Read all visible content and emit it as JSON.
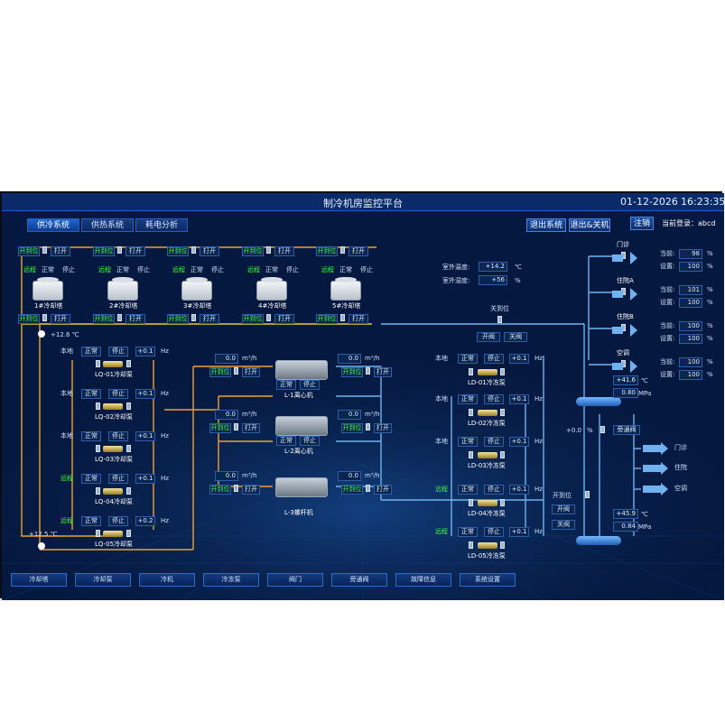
{
  "app": {
    "title": "制冷机房监控平台",
    "date": "01-12-2026",
    "time": "16:23:35"
  },
  "tabs": [
    "供冷系统",
    "供热系统",
    "耗电分析"
  ],
  "header_buttons": {
    "exit_system": "退出系统",
    "exit_shutdown": "退出&关机",
    "logout": "注销",
    "current_login": "当前登录：abcd"
  },
  "towers": [
    {
      "name": "1#冷却塔"
    },
    {
      "name": "2#冷却塔"
    },
    {
      "name": "3#冷却塔"
    },
    {
      "name": "4#冷却塔"
    },
    {
      "name": "5#冷却塔"
    }
  ],
  "tower_labels": {
    "open_pos": "开到位",
    "open": "打开",
    "remote": "远程",
    "normal": "正常",
    "stop": "停止"
  },
  "cooling_pumps": [
    {
      "name": "LQ-01冷却泵",
      "mode": "本地",
      "state": "正常",
      "run": "停止",
      "freq": "+0.1",
      "unit": "Hz"
    },
    {
      "name": "LQ-02冷却泵",
      "mode": "本地",
      "state": "正常",
      "run": "停止",
      "freq": "+0.1",
      "unit": "Hz"
    },
    {
      "name": "LQ-03冷却泵",
      "mode": "本地",
      "state": "正常",
      "run": "停止",
      "freq": "+0.1",
      "unit": "Hz"
    },
    {
      "name": "LQ-04冷却泵",
      "mode": "远程",
      "state": "正常",
      "run": "停止",
      "freq": "+0.1",
      "unit": "Hz"
    },
    {
      "name": "LQ-05冷却泵",
      "mode": "远程",
      "state": "正常",
      "run": "停止",
      "freq": "+0.2",
      "unit": "Hz"
    }
  ],
  "temps": {
    "cool_top": "+12.6",
    "cool_bot": "+12.5",
    "unit": "℃"
  },
  "chillers": [
    {
      "name": "L-1离心机",
      "flow_l": "0.0",
      "flow_r": "0.0",
      "flow_unit": "m³/h",
      "state": "正常",
      "run": "停止"
    },
    {
      "name": "L-2离心机",
      "flow_l": "0.0",
      "flow_r": "0.0",
      "flow_unit": "m³/h",
      "state": "正常",
      "run": "停止"
    },
    {
      "name": "L-3螺杆机",
      "flow_l": "0.0",
      "flow_r": "0.0",
      "flow_unit": "m³/h",
      "state": "",
      "run": ""
    }
  ],
  "outdoor": {
    "temp_label": "室外温度:",
    "temp": "+14.2",
    "temp_unit": "℃",
    "hum_label": "室外湿度:",
    "hum": "+56",
    "hum_unit": "%"
  },
  "valve_top": {
    "status": "关到位",
    "open": "开阀",
    "close": "关阀"
  },
  "chilled_pumps": [
    {
      "name": "LD-01冷冻泵",
      "mode": "本地",
      "state": "正常",
      "run": "停止",
      "freq": "+0.1",
      "unit": "Hz"
    },
    {
      "name": "LD-02冷冻泵",
      "mode": "本地",
      "state": "正常",
      "run": "停止",
      "freq": "+0.1",
      "unit": "Hz"
    },
    {
      "name": "LD-03冷冻泵",
      "mode": "本地",
      "state": "正常",
      "run": "停止",
      "freq": "+0.1",
      "unit": "Hz"
    },
    {
      "name": "LD-04冷冻泵",
      "mode": "远程",
      "state": "正常",
      "run": "停止",
      "freq": "+0.1",
      "unit": "Hz"
    },
    {
      "name": "LD-05冷冻泵",
      "mode": "远程",
      "state": "正常",
      "run": "停止",
      "freq": "+0.1",
      "unit": "Hz"
    }
  ],
  "bypass": {
    "value": "+0.0",
    "unit": "%",
    "label": "旁通阀",
    "status": "开到位",
    "open": "开阀",
    "close": "关阀"
  },
  "branches": [
    {
      "name": "门诊",
      "cur_label": "当前:",
      "cur": "98",
      "set_label": "设置:",
      "set": "100",
      "unit": "%"
    },
    {
      "name": "住院A",
      "cur_label": "当前:",
      "cur": "101",
      "set_label": "设置:",
      "set": "100",
      "unit": "%"
    },
    {
      "name": "住院B",
      "cur_label": "当前:",
      "cur": "100",
      "set_label": "设置:",
      "set": "100",
      "unit": "%"
    },
    {
      "name": "空调",
      "cur_label": "当前:",
      "cur": "100",
      "set_label": "设置:",
      "set": "100",
      "unit": "%"
    }
  ],
  "supply": {
    "temp": "+41.6",
    "temp_unit": "℃",
    "press": "0.80",
    "press_unit": "MPa"
  },
  "return": {
    "temp": "+45.9",
    "temp_unit": "℃",
    "press": "0.84",
    "press_unit": "MPa"
  },
  "outlets": [
    "门诊",
    "住院",
    "空调"
  ],
  "bottom_nav": [
    "冷却塔",
    "冷却泵",
    "冷机",
    "冷冻泵",
    "阀门",
    "旁通阀",
    "故障信息",
    "系统设置"
  ]
}
